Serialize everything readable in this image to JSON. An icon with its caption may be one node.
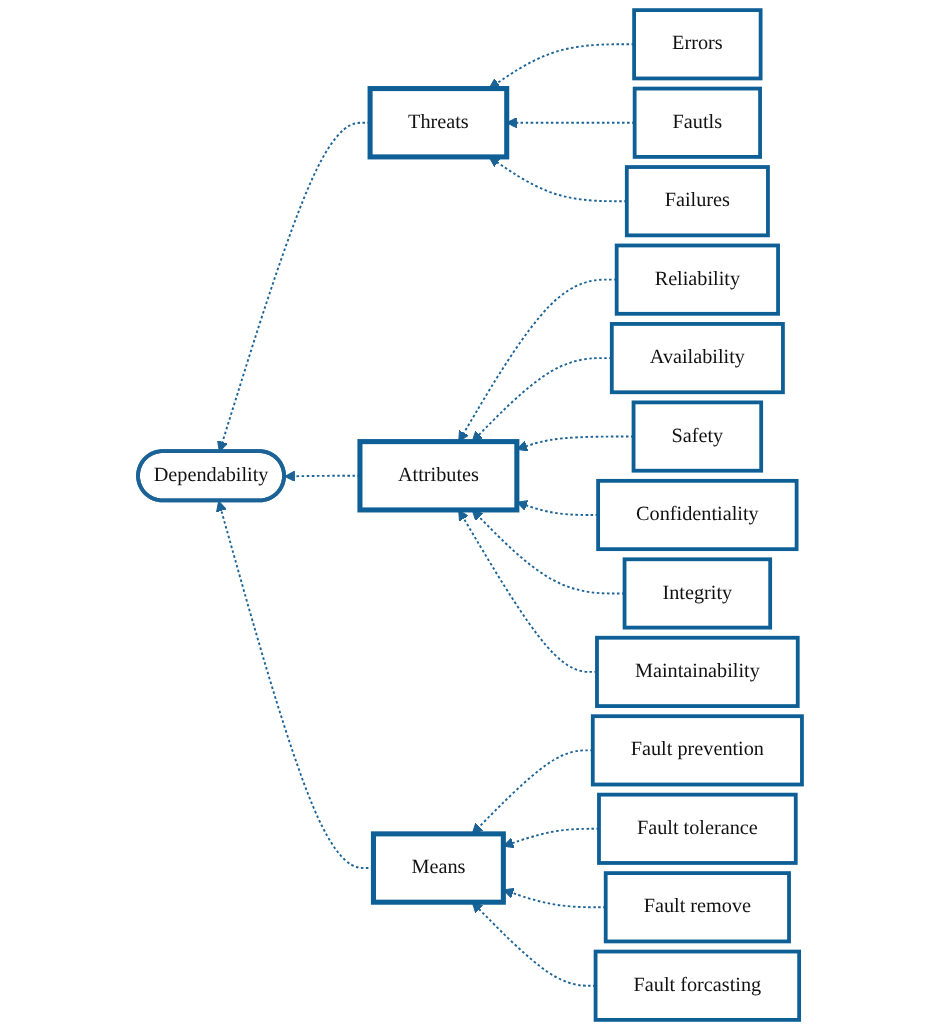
{
  "diagram": {
    "nodes": [
      {
        "text": [
          "Dependability"
        ]
      },
      {
        "text": [
          "Threats"
        ]
      },
      {
        "text": [
          "Errors"
        ]
      },
      {
        "text": [
          "Fautls"
        ]
      },
      {
        "text": [
          "Failures"
        ]
      },
      {
        "text": [
          "Attributes"
        ]
      },
      {
        "text": [
          "Reliability"
        ]
      },
      {
        "text": [
          "Availability"
        ]
      },
      {
        "text": [
          "Safety"
        ]
      },
      {
        "text": [
          "Confidentiality"
        ]
      },
      {
        "text": [
          "Integrity"
        ]
      },
      {
        "text": [
          "Maintainability"
        ]
      },
      {
        "text": [
          "Means"
        ]
      },
      {
        "text": [
          "Fault prevention"
        ]
      },
      {
        "text": [
          "Fault tolerance"
        ]
      },
      {
        "text": [
          "Fault remove"
        ]
      },
      {
        "text": [
          "Fault forcasting"
        ]
      }
    ],
    "edges": [
      {
        "from": 1,
        "to": 0,
        "arrow": "to",
        "style": "dashed"
      },
      {
        "from": 5,
        "to": 0,
        "arrow": "to",
        "style": "dashed"
      },
      {
        "from": 12,
        "to": 0,
        "arrow": "to",
        "style": "dashed"
      },
      {
        "from": 2,
        "to": 1,
        "arrow": "to",
        "style": "dashed"
      },
      {
        "from": 3,
        "to": 1,
        "arrow": "to",
        "style": "dashed"
      },
      {
        "from": 4,
        "to": 1,
        "arrow": "to",
        "style": "dashed"
      },
      {
        "from": 6,
        "to": 5,
        "arrow": "to",
        "style": "dashed"
      },
      {
        "from": 7,
        "to": 5,
        "arrow": "to",
        "style": "dashed"
      },
      {
        "from": 8,
        "to": 5,
        "arrow": "to",
        "style": "dashed"
      },
      {
        "from": 9,
        "to": 5,
        "arrow": "to",
        "style": "dashed"
      },
      {
        "from": 10,
        "to": 5,
        "arrow": "to",
        "style": "dashed"
      },
      {
        "from": 11,
        "to": 5,
        "arrow": "to",
        "style": "dashed"
      },
      {
        "from": 13,
        "to": 12,
        "arrow": "to",
        "style": "dashed"
      },
      {
        "from": 14,
        "to": 12,
        "arrow": "to",
        "style": "dashed"
      },
      {
        "from": 15,
        "to": 12,
        "arrow": "to",
        "style": "dashed"
      },
      {
        "from": 16,
        "to": 12,
        "arrow": "to",
        "style": "dashed"
      }
    ]
  }
}
